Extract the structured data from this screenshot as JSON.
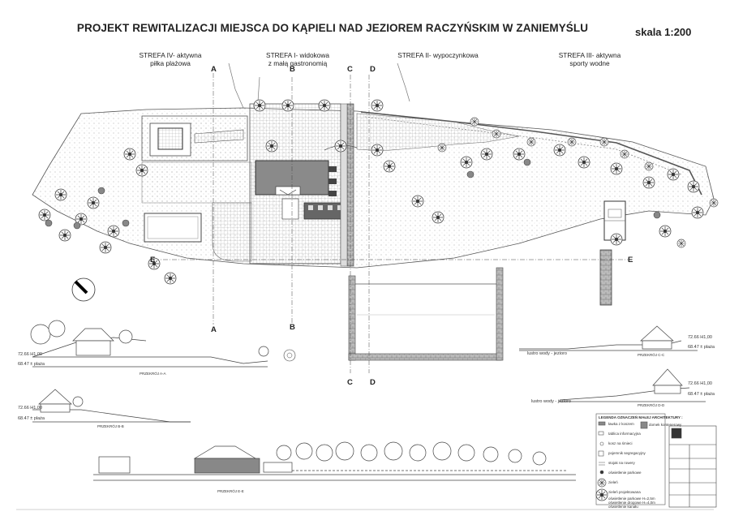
{
  "title": "PROJEKT REWITALIZACJI MIEJSCA DO KĄPIELI NAD JEZIOREM RACZYŃSKIM W ZANIEMYŚLU",
  "scale": "skala 1:200",
  "zones": [
    {
      "line1": "STREFA IV- aktywna",
      "line2": "piłka plażowa"
    },
    {
      "line1": "STREFA I- widokowa",
      "line2": "z małą gastronomią"
    },
    {
      "line1": "STREFA II- wypoczynkowa",
      "line2": ""
    },
    {
      "line1": "STREFA III- aktywna",
      "line2": "sporty wodne"
    }
  ],
  "section_markers": {
    "a": "A",
    "b": "B",
    "c": "C",
    "d": "D",
    "e": "E"
  },
  "sections": {
    "aa": "PRZEKRÓJ A-A",
    "bb": "PRZEKRÓJ B-B",
    "cc": "PRZEKRÓJ C-C",
    "dd": "PRZEKRÓJ D-D",
    "ee": "PRZEKRÓJ E-E"
  },
  "levels": {
    "aa_top": "72.66 H1,00",
    "aa_bottom": "68.47 ± plaża",
    "bb_top": "72.66 H1,00",
    "bb_bottom": "68.47 ± plaża",
    "cc_top": "72.66 H1,00",
    "cc_bottom": "68.47 ± plaża",
    "dd_top": "72.66 H1,00",
    "dd_bottom": "68.47 ± plaża",
    "cc_water": "lustro wody - jezioro",
    "dd_water": "lustro wody - jezioro"
  },
  "legend": {
    "title": "LEGENDA OZNACZEŃ MAŁEJ ARCHITEKTURY :",
    "items": [
      "ławka z koszem",
      "tablica informacyjna",
      "kosz na śmieci",
      "pojemnik segregacyjny",
      "stojak na rowery",
      "oświetlenie parkowe",
      "zieleń",
      "zieleń projektowana",
      "oświetlenie parkowe H=2,5m",
      "oświetlenie drogowe H=4,0m",
      "oświetlenie kanału"
    ],
    "right_item": "domek kontenerowy"
  },
  "colors": {
    "line": "#555555",
    "paving": "#bbbbbb",
    "building": "#8a8a8a",
    "bg": "#ffffff"
  },
  "icons": [
    "north-arrow-icon",
    "tree-icon",
    "building-icon"
  ]
}
